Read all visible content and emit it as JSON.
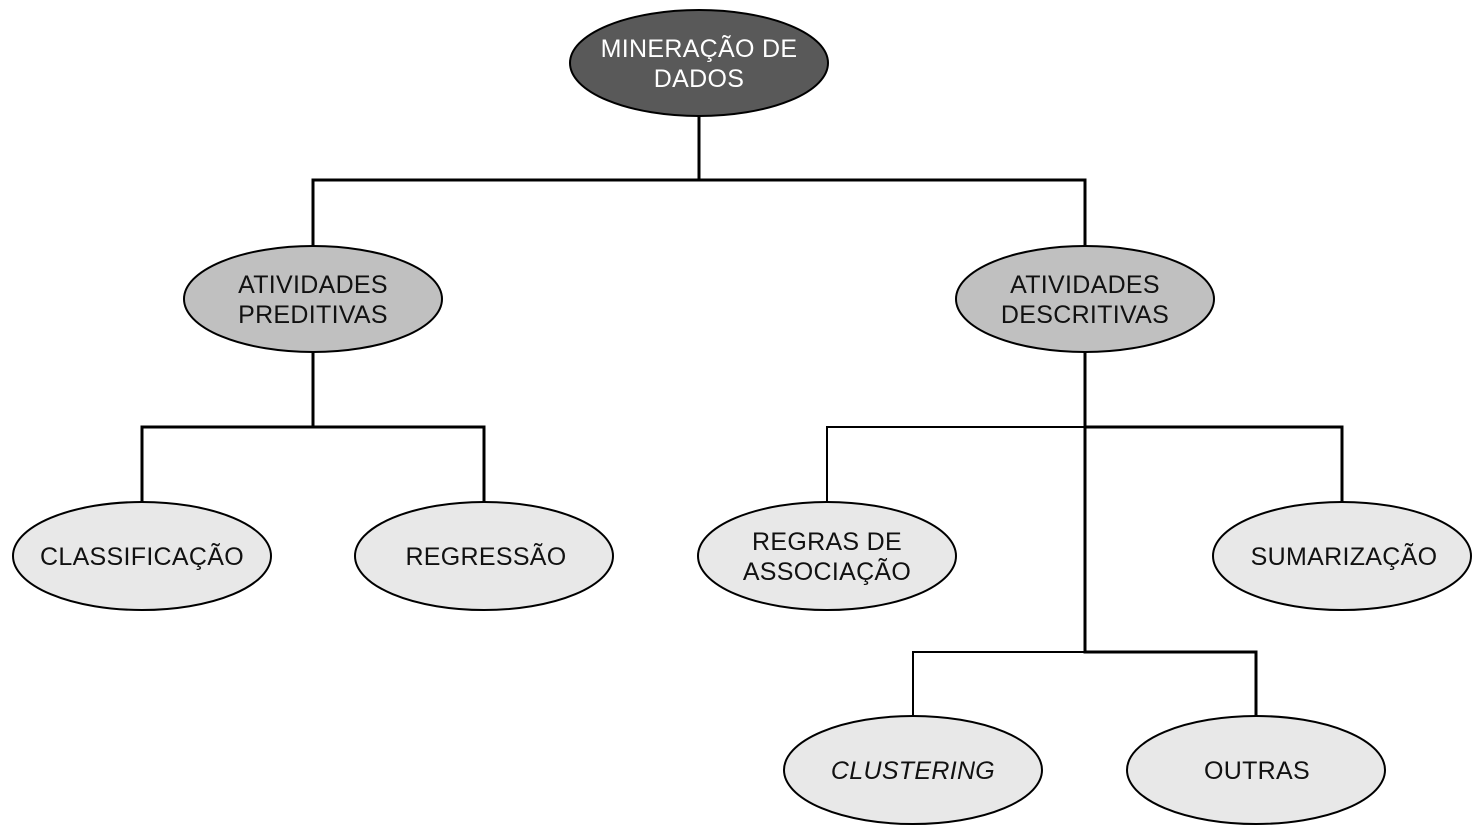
{
  "colors": {
    "root_fill": "#595959",
    "mid_fill": "#c0c0c0",
    "leaf_fill": "#e8e8e8",
    "line": "#000000"
  },
  "nodes": {
    "root": {
      "line1": "MINERAÇÃO DE",
      "line2": "DADOS"
    },
    "predictive": {
      "line1": "ATIVIDADES",
      "line2": "PREDITIVAS"
    },
    "descriptive": {
      "line1": "ATIVIDADES",
      "line2": "DESCRITIVAS"
    },
    "classification": {
      "label": "CLASSIFICAÇÃO"
    },
    "regression": {
      "label": "REGRESSÃO"
    },
    "association": {
      "line1": "REGRAS DE",
      "line2": "ASSOCIAÇÃO"
    },
    "summarization": {
      "label": "SUMARIZAÇÃO"
    },
    "clustering": {
      "label": "CLUSTERING"
    },
    "others": {
      "label": "OUTRAS"
    }
  }
}
